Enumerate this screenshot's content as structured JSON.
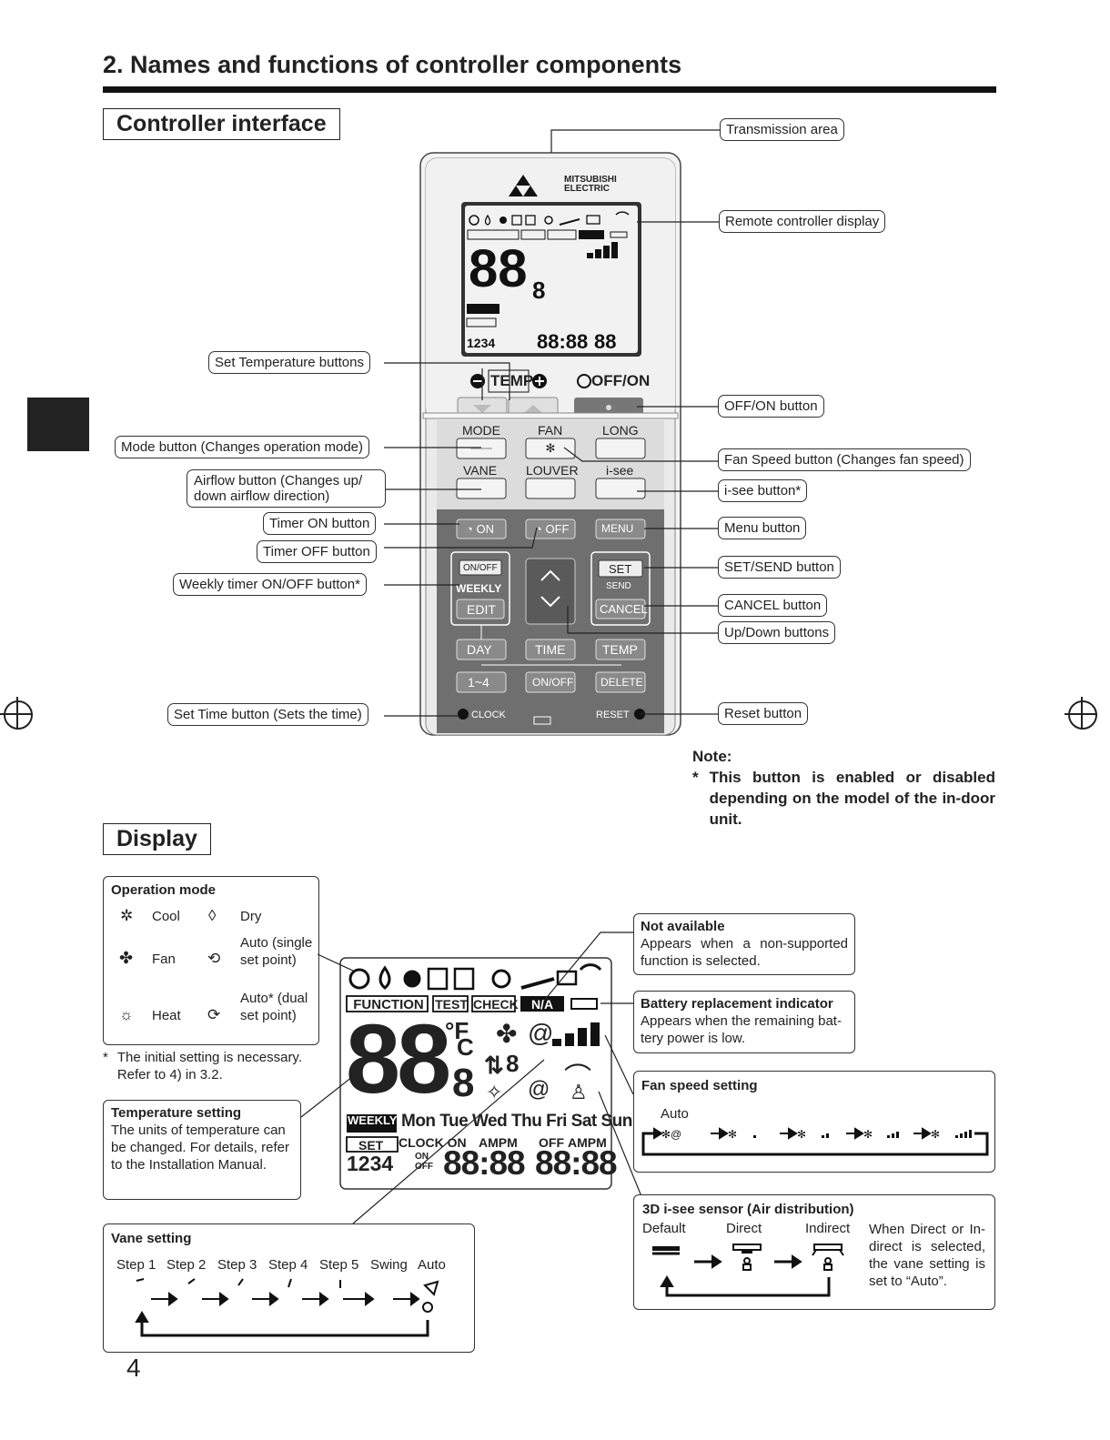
{
  "page": {
    "title": "2. Names and functions of controller components",
    "page_number": "4"
  },
  "controller_interface": {
    "heading": "Controller interface",
    "brand": "MITSUBISHI ELECTRIC",
    "callouts": {
      "transmission_area": "Transmission area",
      "remote_display": "Remote controller display",
      "set_temp": "Set Temperature buttons",
      "off_on": "OFF/ON button",
      "mode": "Mode button (Changes operation mode)",
      "fan_speed": "Fan Speed button (Changes fan speed)",
      "airflow": "Airflow button (Changes up/ down airflow direction)",
      "isee": "i-see button*",
      "timer_on": "Timer ON button",
      "menu": "Menu button",
      "timer_off": "Timer OFF button",
      "set_send": "SET/SEND button",
      "weekly": "Weekly timer ON/OFF button*",
      "cancel": "CANCEL button",
      "updown": "Up/Down buttons",
      "set_time": "Set Time button (Sets the time)",
      "reset": "Reset button"
    },
    "remote_labels": {
      "temp": "TEMP",
      "offon": "OFF/ON",
      "mode": "MODE",
      "fan": "FAN",
      "long": "LONG",
      "vane": "VANE",
      "louver": "LOUVER",
      "isee": "i-see",
      "on": "ON",
      "off": "OFF",
      "menu": "MENU",
      "onoff_small": "ON/OFF",
      "weekly": "WEEKLY",
      "edit": "EDIT",
      "set": "SET",
      "send": "SEND",
      "cancel": "CANCEL",
      "day": "DAY",
      "time": "TIME",
      "temp2": "TEMP",
      "one_four": "1~4",
      "onoff2": "ON/OFF",
      "delete": "DELETE",
      "clock": "CLOCK",
      "reset": "RESET"
    },
    "lcd": {
      "function": "FUNCTION",
      "test": "TEST",
      "check": "CHECK",
      "na": "N/A",
      "digits": "88",
      "small_digit": "8",
      "fahrenheit": "°F",
      "celsius": "C",
      "weekly": "WEEKLY",
      "days": "Mon Tue Wed Thu Fri Sat Sun",
      "set": "SET",
      "clock_on": "CLOCK ON",
      "ampm1": "AMPM",
      "off": "OFF",
      "ampm2": "AMPM",
      "nums": "1234",
      "time": "88:88",
      "time2": "88:88",
      "on_label": "ON",
      "off_label": "OFF"
    },
    "note": {
      "heading": "Note:",
      "text": "This button is enabled or disabled depending on the model of the in-door unit.",
      "star": "*"
    }
  },
  "display": {
    "heading": "Display",
    "operation_mode": {
      "title": "Operation mode",
      "cool": "Cool",
      "dry": "Dry",
      "fan": "Fan",
      "auto_single": "Auto (single set point)",
      "heat": "Heat",
      "auto_dual": "Auto* (dual set point)"
    },
    "footnote": "The initial setting is necessary. Refer to 4) in 3.2.",
    "footnote_star": "*",
    "temperature_setting": {
      "title": "Temperature setting",
      "text": "The units of temperature can be changed. For details, refer to the Installation Manual."
    },
    "vane_setting": {
      "title": "Vane setting",
      "steps": [
        "Step 1",
        "Step 2",
        "Step 3",
        "Step 4",
        "Step 5",
        "Swing",
        "Auto"
      ]
    },
    "not_available": {
      "title": "Not available",
      "text": "Appears when a non-supported function is selected."
    },
    "battery": {
      "title": "Battery replacement indicator",
      "text": "Appears when the remaining bat-tery power is low."
    },
    "fan_speed_setting": {
      "title": "Fan speed setting",
      "auto": "Auto"
    },
    "isee_sensor": {
      "title": "3D i-see sensor (Air distribution)",
      "default": "Default",
      "direct": "Direct",
      "indirect": "Indirect",
      "text": "When Direct or In-direct is selected, the vane setting is set to “Auto”."
    }
  },
  "colors": {
    "remote_body": "#e6e6e6",
    "remote_dark": "#6d6d6d",
    "lcd_bg": "#f2f2f2",
    "text": "#222222"
  }
}
